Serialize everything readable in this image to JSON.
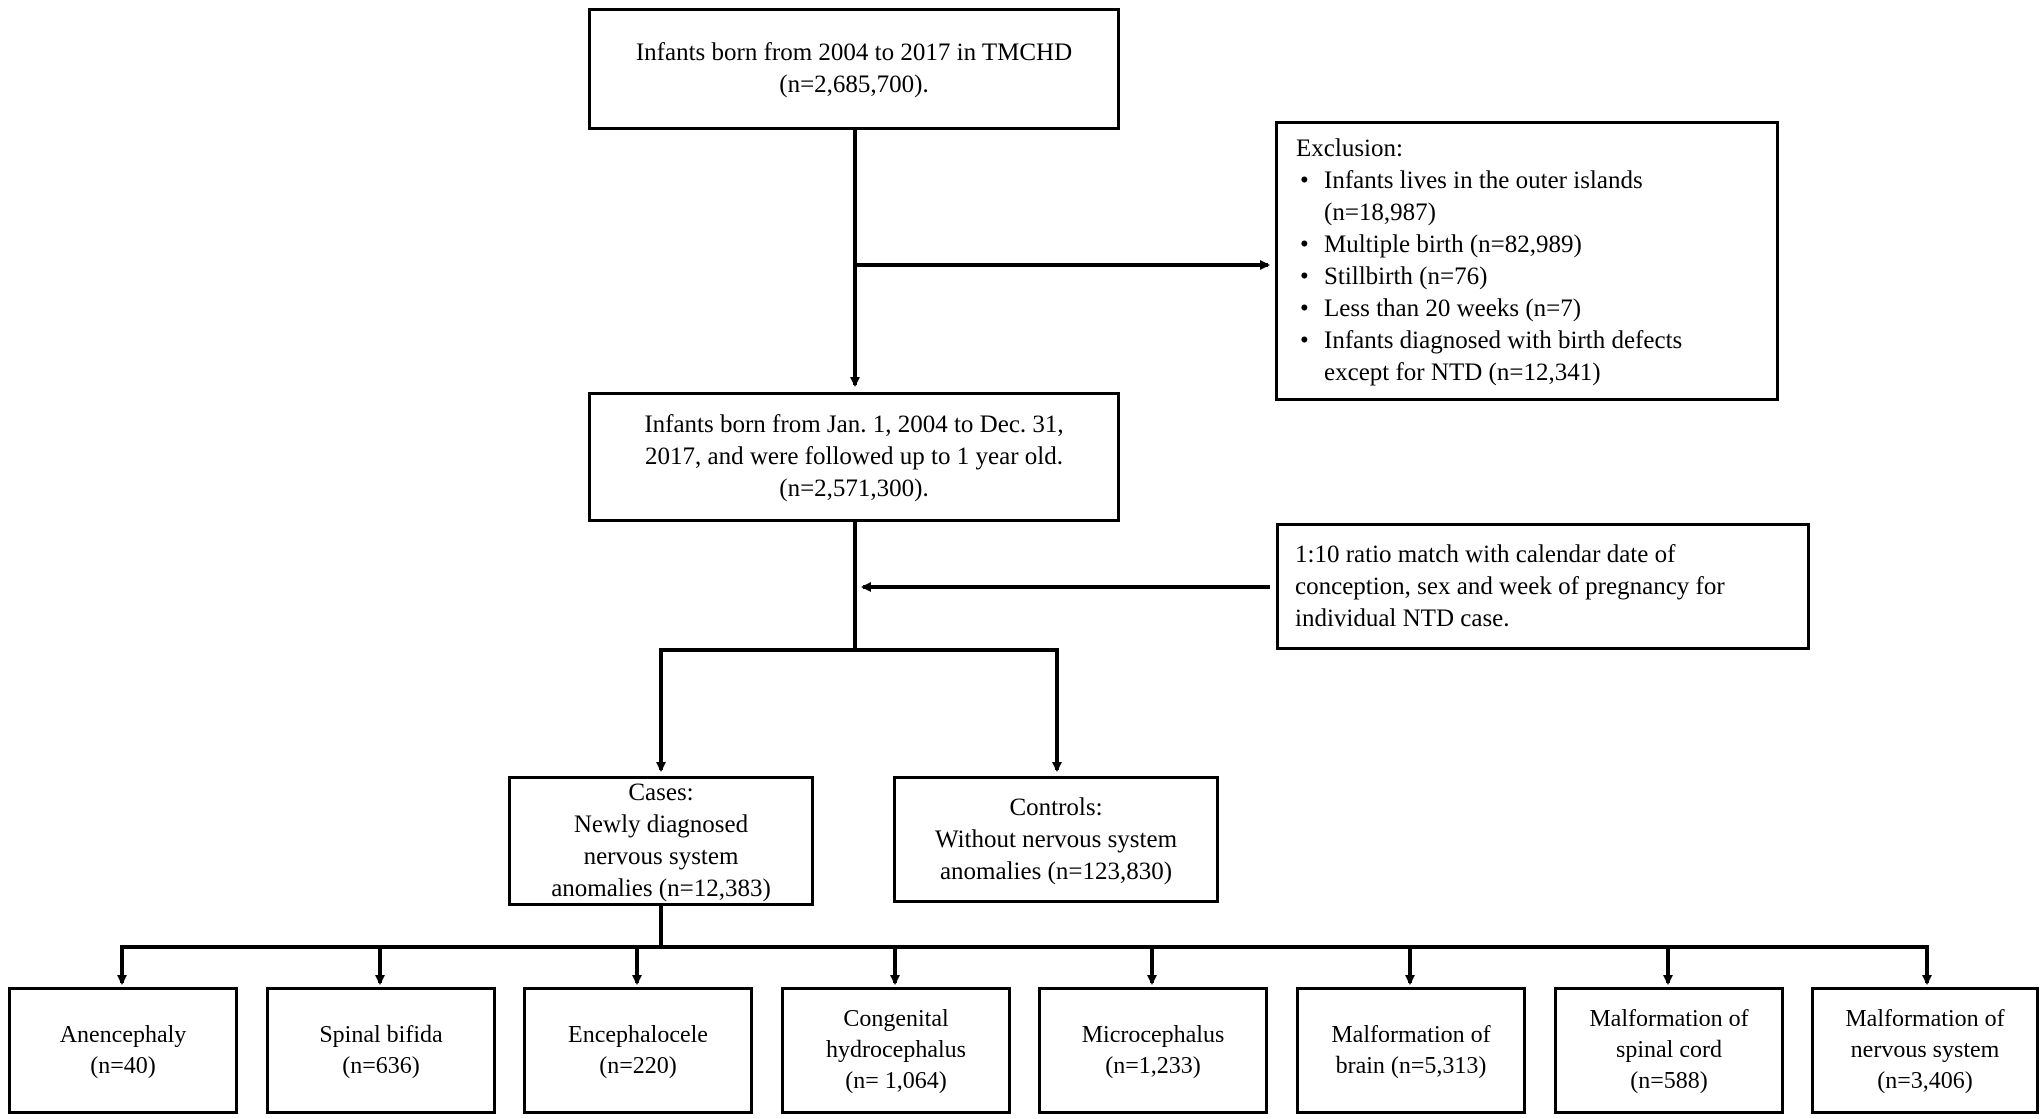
{
  "top": {
    "line1": "Infants born from 2004 to 2017 in TMCHD",
    "line2": "(n=2,685,700)."
  },
  "exclusion": {
    "title": "Exclusion:",
    "items": [
      {
        "text": "Infants lives in the outer islands",
        "sub": "(n=18,987)"
      },
      {
        "text": "Multiple birth (n=82,989)",
        "sub": ""
      },
      {
        "text": "Stillbirth (n=76)",
        "sub": ""
      },
      {
        "text": "Less than 20 weeks (n=7)",
        "sub": ""
      },
      {
        "text": "Infants diagnosed with birth defects",
        "sub": "except for NTD (n=12,341)"
      }
    ]
  },
  "followed": {
    "line1": "Infants born from Jan. 1, 2004 to Dec. 31,",
    "line2": "2017, and were followed up to 1 year old.",
    "line3": "(n=2,571,300)."
  },
  "match": {
    "line1": "1:10 ratio match with calendar date of",
    "line2": "conception, sex and week of pregnancy for",
    "line3": "individual NTD case."
  },
  "cases": {
    "line1": "Cases:",
    "line2": "Newly diagnosed",
    "line3": "nervous system",
    "line4": "anomalies (n=12,383)"
  },
  "controls": {
    "line1": "Controls:",
    "line2": "Without nervous system",
    "line3": "anomalies (n=123,830)"
  },
  "categories": [
    {
      "l1": "Anencephaly",
      "l2": "(n=40)",
      "l3": ""
    },
    {
      "l1": "Spinal bifida",
      "l2": "(n=636)",
      "l3": ""
    },
    {
      "l1": "Encephalocele",
      "l2": "(n=220)",
      "l3": ""
    },
    {
      "l1": "Congenital",
      "l2": "hydrocephalus",
      "l3": "(n= 1,064)"
    },
    {
      "l1": "Microcephalus",
      "l2": "(n=1,233)",
      "l3": ""
    },
    {
      "l1": "Malformation of",
      "l2": "brain (n=5,313)",
      "l3": ""
    },
    {
      "l1": "Malformation of",
      "l2": "spinal cord",
      "l3": "(n=588)"
    },
    {
      "l1": "Malformation of",
      "l2": "nervous system",
      "l3": "(n=3,406)"
    }
  ]
}
